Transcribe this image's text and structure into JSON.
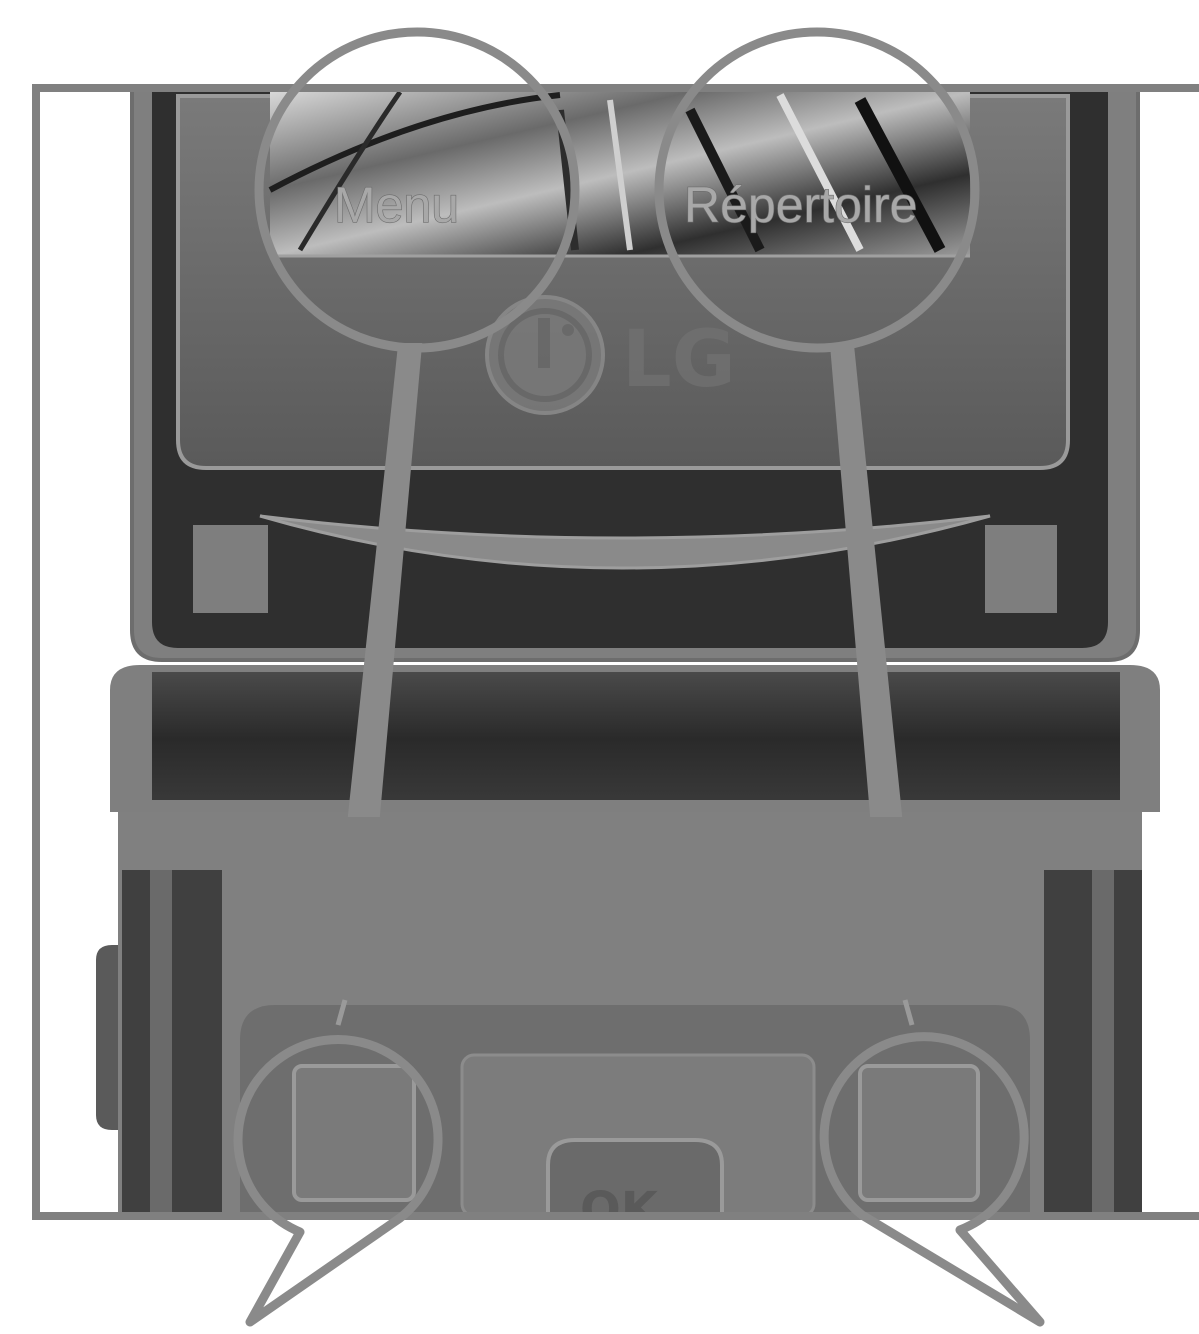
{
  "screen": {
    "left_soft_key_label": "Menu",
    "right_soft_key_label": "Répertoire"
  },
  "brand": {
    "logo_text": "LG"
  },
  "keypad": {
    "ok_label": "OK"
  },
  "callouts": [
    {
      "id": "left",
      "target": "left-soft-key-button",
      "label_ref": "screen.left_soft_key_label"
    },
    {
      "id": "right",
      "target": "right-soft-key-button",
      "label_ref": "screen.right_soft_key_label"
    }
  ],
  "colors": {
    "background": "#ffffff",
    "frame_line": "#7f7f7f",
    "phone_dark": "#2e2e2e",
    "phone_mid": "#5c5c5c",
    "overlay_gray": "#808080",
    "callout_outline": "#8a8a8a"
  }
}
